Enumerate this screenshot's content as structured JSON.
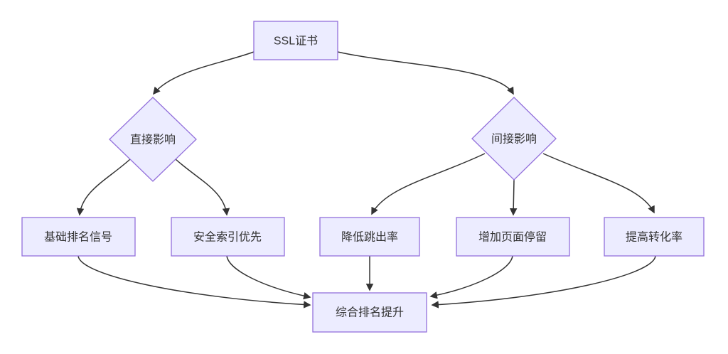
{
  "diagram": {
    "type": "flowchart",
    "orientation": "top-down",
    "colors": {
      "background": "#ffffff",
      "node_fill": "#ECECFF",
      "node_border": "#9370DB",
      "edge_stroke": "#333333",
      "text": "#333333"
    },
    "nodes": {
      "ssl": {
        "label": "SSL证书",
        "shape": "rectangle"
      },
      "direct": {
        "label": "直接影响",
        "shape": "diamond"
      },
      "indirect": {
        "label": "间接影响",
        "shape": "diamond"
      },
      "basic_signal": {
        "label": "基础排名信号",
        "shape": "rectangle"
      },
      "secure_index": {
        "label": "安全索引优先",
        "shape": "rectangle"
      },
      "lower_bounce": {
        "label": "降低跳出率",
        "shape": "rectangle"
      },
      "page_dwell": {
        "label": "增加页面停留",
        "shape": "rectangle"
      },
      "conversion": {
        "label": "提高转化率",
        "shape": "rectangle"
      },
      "overall_rank": {
        "label": "综合排名提升",
        "shape": "rectangle"
      }
    },
    "edges": [
      {
        "from": "ssl",
        "to": "direct"
      },
      {
        "from": "ssl",
        "to": "indirect"
      },
      {
        "from": "direct",
        "to": "basic_signal"
      },
      {
        "from": "direct",
        "to": "secure_index"
      },
      {
        "from": "indirect",
        "to": "lower_bounce"
      },
      {
        "from": "indirect",
        "to": "page_dwell"
      },
      {
        "from": "indirect",
        "to": "conversion"
      },
      {
        "from": "basic_signal",
        "to": "overall_rank"
      },
      {
        "from": "secure_index",
        "to": "overall_rank"
      },
      {
        "from": "lower_bounce",
        "to": "overall_rank"
      },
      {
        "from": "page_dwell",
        "to": "overall_rank"
      },
      {
        "from": "conversion",
        "to": "overall_rank"
      }
    ]
  }
}
